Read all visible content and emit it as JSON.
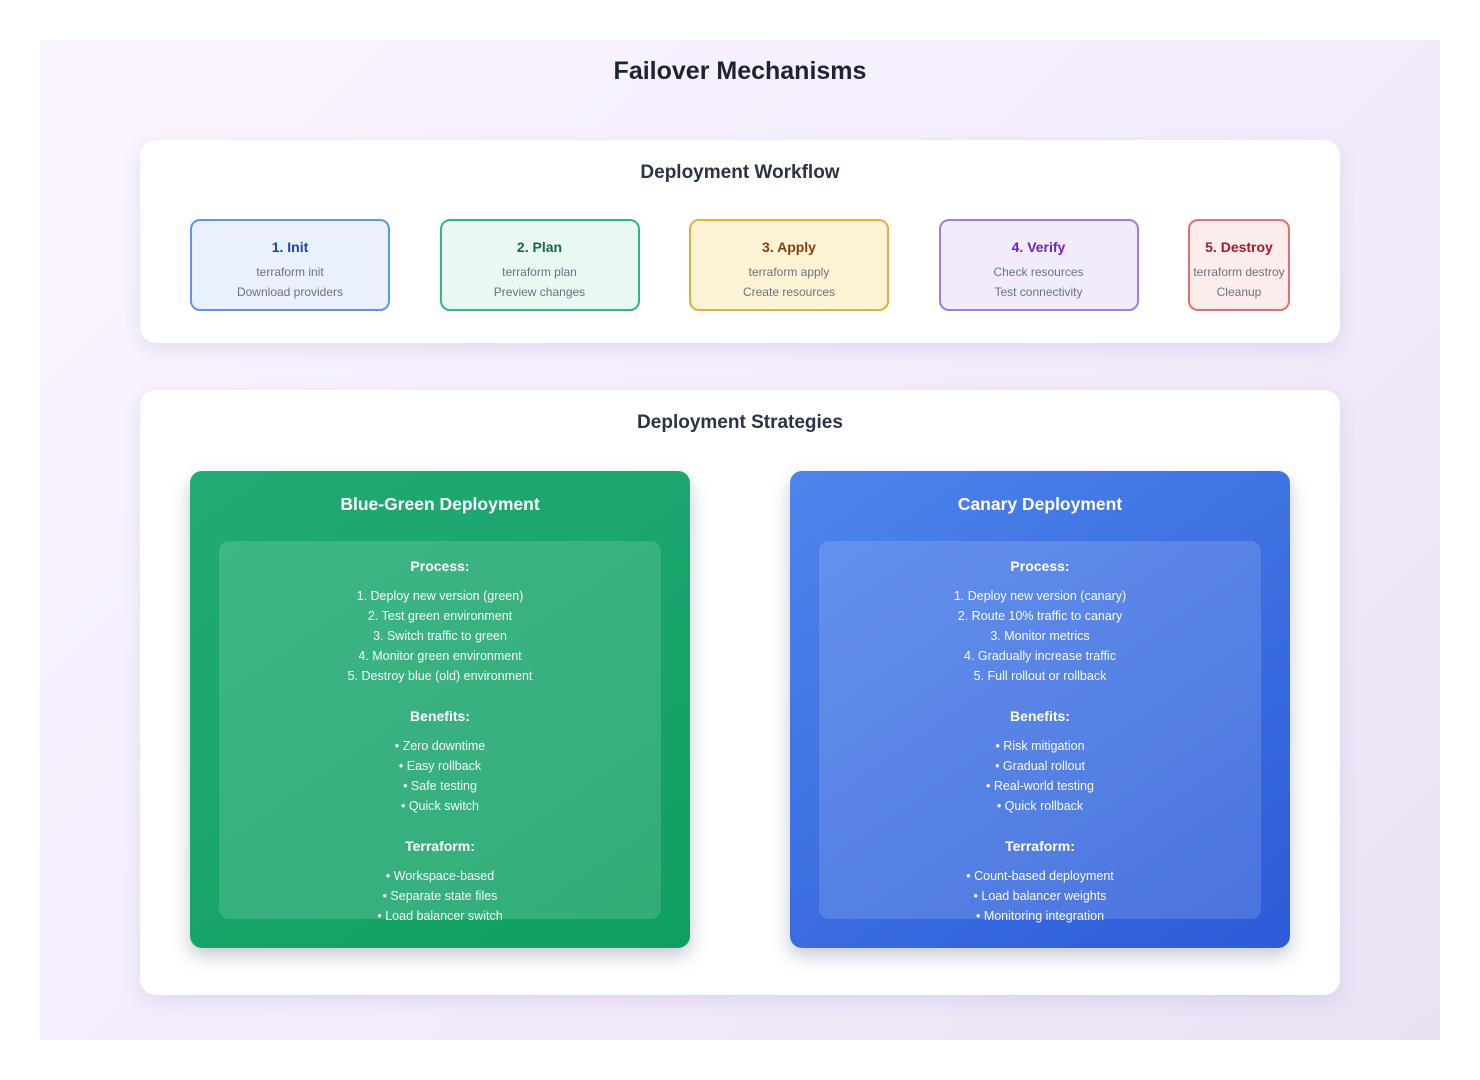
{
  "page": {
    "title": "Failover Mechanisms"
  },
  "workflow": {
    "title": "Deployment Workflow",
    "steps": [
      {
        "title": "1. Init",
        "lines": [
          "terraform init",
          "Download providers"
        ],
        "title_color": "#1e40af",
        "border": "#6292ec",
        "bg": "#e8f1fd"
      },
      {
        "title": "2. Plan",
        "lines": [
          "terraform plan",
          "Preview changes"
        ],
        "title_color": "#14694c",
        "border": "#30b786",
        "bg": "#e9f8f0"
      },
      {
        "title": "3. Apply",
        "lines": [
          "terraform apply",
          "Create resources"
        ],
        "title_color": "#8c3a0e",
        "border": "#e3af3d",
        "bg": "#fcf3d4"
      },
      {
        "title": "4. Verify",
        "lines": [
          "Check resources",
          "Test connectivity"
        ],
        "title_color": "#7222c2",
        "border": "#9d7ce9",
        "bg": "#f1ebfc"
      },
      {
        "title": "5. Destroy",
        "lines": [
          "terraform destroy",
          "Cleanup"
        ],
        "title_color": "#a01b2d",
        "border": "#e27070",
        "bg": "#fdecec"
      }
    ]
  },
  "strategies": {
    "title": "Deployment Strategies",
    "cards": [
      {
        "title": "Blue-Green Deployment",
        "gradient_from": "#22ab74",
        "gradient_to": "#0f9f62",
        "sections": [
          {
            "heading": "Process:",
            "items": [
              "1. Deploy new version (green)",
              "2. Test green environment",
              "3. Switch traffic to green",
              "4. Monitor green environment",
              "5. Destroy blue (old) environment"
            ]
          },
          {
            "heading": "Benefits:",
            "items": [
              "• Zero downtime",
              "• Easy rollback",
              "• Safe testing",
              "• Quick switch"
            ]
          },
          {
            "heading": "Terraform:",
            "items": [
              "• Workspace-based",
              "• Separate state files",
              "• Load balancer switch"
            ]
          }
        ]
      },
      {
        "title": "Canary Deployment",
        "gradient_from": "#4f84ec",
        "gradient_to": "#2b5bd7",
        "sections": [
          {
            "heading": "Process:",
            "items": [
              "1. Deploy new version (canary)",
              "2. Route 10% traffic to canary",
              "3. Monitor metrics",
              "4. Gradually increase traffic",
              "5. Full rollout or rollback"
            ]
          },
          {
            "heading": "Benefits:",
            "items": [
              "• Risk mitigation",
              "• Gradual rollout",
              "• Real-world testing",
              "• Quick rollback"
            ]
          },
          {
            "heading": "Terraform:",
            "items": [
              "• Count-based deployment",
              "• Load balancer weights",
              "• Monitoring integration"
            ]
          }
        ]
      }
    ]
  }
}
